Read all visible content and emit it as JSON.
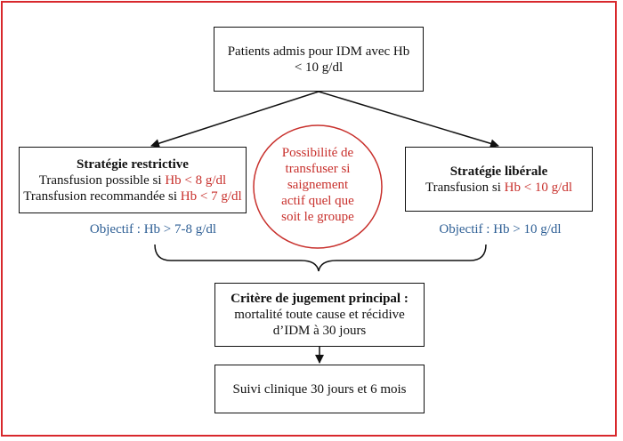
{
  "frame_color": "#d8282c",
  "accent_red": "#c8302c",
  "accent_blue": "#2e5f95",
  "top_box": {
    "line1": "Patients admis pour IDM avec Hb",
    "line2": "< 10 g/dl"
  },
  "restrictive": {
    "title": "Stratégie restrictive",
    "line1_prefix": "Transfusion possible si ",
    "line1_value": "Hb < 8 g/dl",
    "line2_prefix": "Transfusion recommandée si ",
    "line2_value": "Hb < 7 g/dl",
    "objective": "Objectif : Hb > 7-8 g/dl"
  },
  "liberal": {
    "title": "Stratégie libérale",
    "line1_prefix": "Transfusion si ",
    "line1_value": "Hb < 10 g/dl",
    "objective": "Objectif : Hb > 10 g/dl"
  },
  "circle_note": {
    "lines": [
      "Possibilité de",
      "transfuser si",
      "saignement",
      "actif quel que",
      "soit le groupe"
    ]
  },
  "primary_endpoint": {
    "title": "Critère de jugement principal :",
    "line1": "mortalité toute cause et récidive",
    "line2": "d’IDM à 30 jours"
  },
  "follow_up": {
    "text": "Suivi clinique 30 jours et 6 mois"
  }
}
